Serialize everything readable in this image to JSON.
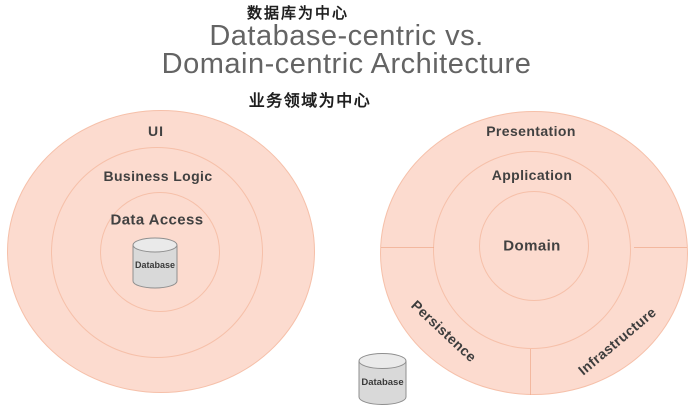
{
  "title": {
    "cn_top": "数据库为中心",
    "line1": "Database-centric vs.",
    "line2": "Domain-centric Architecture",
    "cn_bottom": "业务领域为中心"
  },
  "left_diagram": {
    "name": "Database-centric architecture",
    "layers": [
      "UI",
      "Business Logic",
      "Data Access"
    ],
    "database_label": "Database"
  },
  "right_diagram": {
    "name": "Domain-centric architecture",
    "layers": [
      "Presentation",
      "Application",
      "Domain"
    ],
    "outer_sections": [
      "Persistence",
      "Infrastructure"
    ],
    "database_label": "Database"
  },
  "icons": {
    "left_database": "database-cylinder-icon",
    "right_database": "database-cylinder-icon"
  },
  "colors": {
    "ring_fill": "#fcdbcf",
    "ring_line": "#f0aa8a",
    "title_gray": "#646464",
    "label_dark": "#414141",
    "chinese_text": "#1f1f1f",
    "cylinder_fill": "#d9d9d9",
    "cylinder_top": "#eaeaea",
    "cylinder_stroke": "#8f8f8f",
    "background": "#ffffff"
  }
}
